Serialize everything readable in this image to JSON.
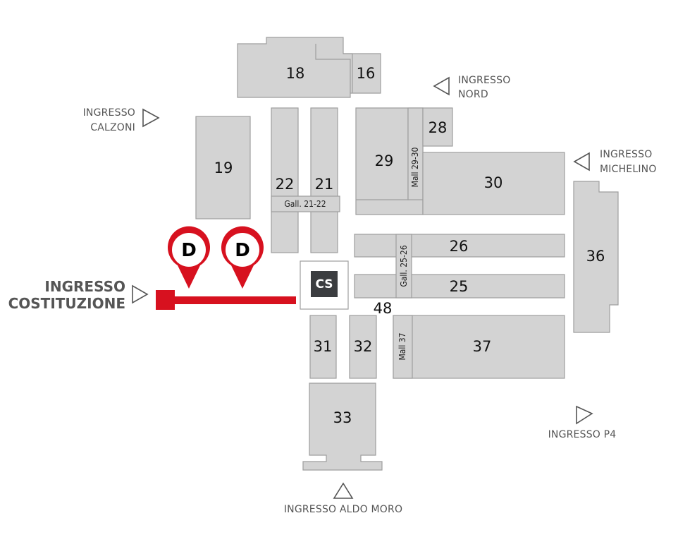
{
  "halls": {
    "h16": "16",
    "h18": "18",
    "h19": "19",
    "h21": "21",
    "h22": "22",
    "h25": "25",
    "h26": "26",
    "h28": "28",
    "h29": "29",
    "h30": "30",
    "h31": "31",
    "h32": "32",
    "h33": "33",
    "h36": "36",
    "h37": "37",
    "h48": "48"
  },
  "connectors": {
    "gall_21_22": "Gall. 21-22",
    "mall_29_30": "Mall 29-30",
    "gall_25_26": "Gall. 25-26",
    "mall_37": "Mall 37"
  },
  "service": {
    "cs": "CS"
  },
  "pins": [
    {
      "letter": "D"
    },
    {
      "letter": "D"
    }
  ],
  "entrances": {
    "nord": [
      "INGRESSO",
      "NORD"
    ],
    "calzoni": [
      "INGRESSO",
      "CALZONI"
    ],
    "michelino": [
      "INGRESSO",
      "MICHELINO"
    ],
    "costituzione": [
      "INGRESSO",
      "COSTITUZIONE"
    ],
    "p4": "INGRESSO P4",
    "aldo_moro": "INGRESSO ALDO MORO"
  },
  "colors": {
    "hall_fill": "#d3d3d3",
    "hall_border": "#9e9e9e",
    "accent_red": "#d7111f",
    "cs_box": "#3b3d40"
  }
}
